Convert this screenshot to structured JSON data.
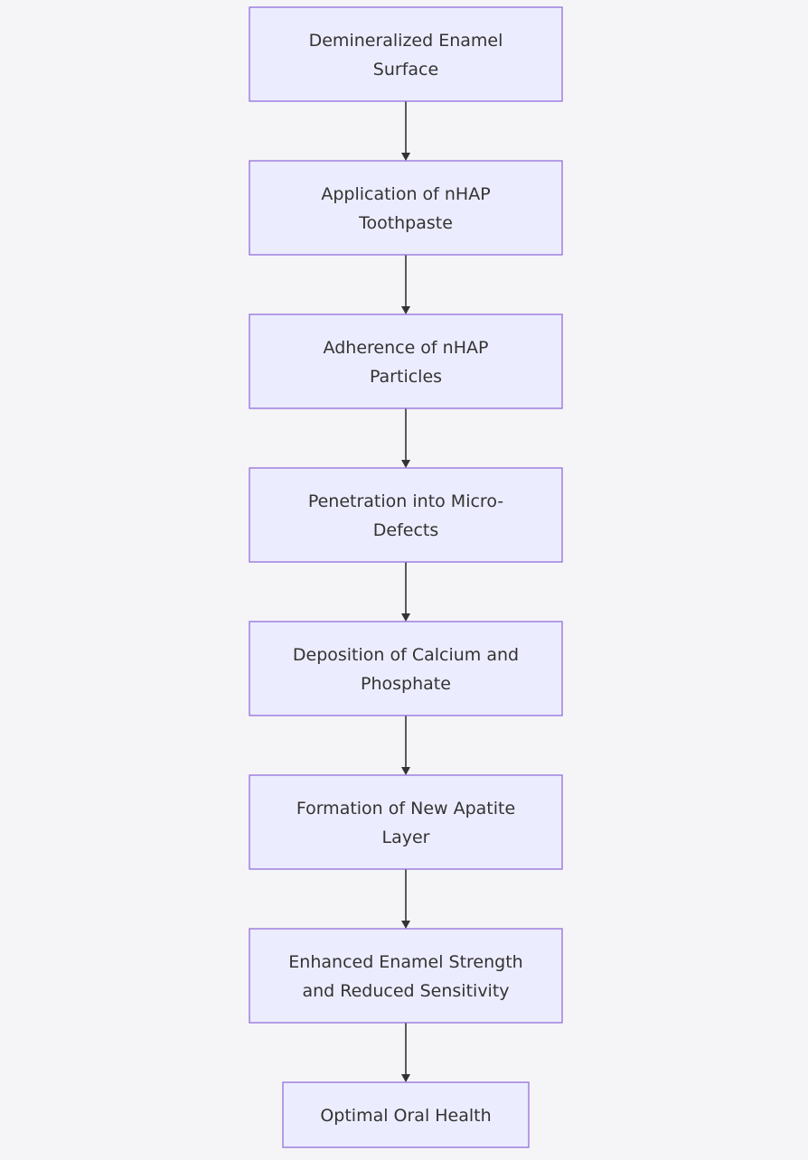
{
  "diagram": {
    "type": "flowchart",
    "direction": "top-to-bottom",
    "colors": {
      "background": "#f5f5f7",
      "node_fill": "#ececff",
      "node_border": "#9370db",
      "text": "#333333",
      "edge": "#333333"
    },
    "nodes": [
      {
        "id": "n1",
        "lines": [
          "Demineralized Enamel",
          "Surface"
        ]
      },
      {
        "id": "n2",
        "lines": [
          "Application of nHAP",
          "Toothpaste"
        ]
      },
      {
        "id": "n3",
        "lines": [
          "Adherence of nHAP",
          "Particles"
        ]
      },
      {
        "id": "n4",
        "lines": [
          "Penetration into Micro-",
          "Defects"
        ]
      },
      {
        "id": "n5",
        "lines": [
          "Deposition of Calcium and",
          "Phosphate"
        ]
      },
      {
        "id": "n6",
        "lines": [
          "Formation of New Apatite",
          "Layer"
        ]
      },
      {
        "id": "n7",
        "lines": [
          "Enhanced Enamel Strength",
          "and Reduced Sensitivity"
        ]
      },
      {
        "id": "n8",
        "lines": [
          "Optimal Oral Health"
        ]
      }
    ],
    "edges": [
      {
        "from": "n1",
        "to": "n2"
      },
      {
        "from": "n2",
        "to": "n3"
      },
      {
        "from": "n3",
        "to": "n4"
      },
      {
        "from": "n4",
        "to": "n5"
      },
      {
        "from": "n5",
        "to": "n6"
      },
      {
        "from": "n6",
        "to": "n7"
      },
      {
        "from": "n7",
        "to": "n8"
      }
    ]
  }
}
